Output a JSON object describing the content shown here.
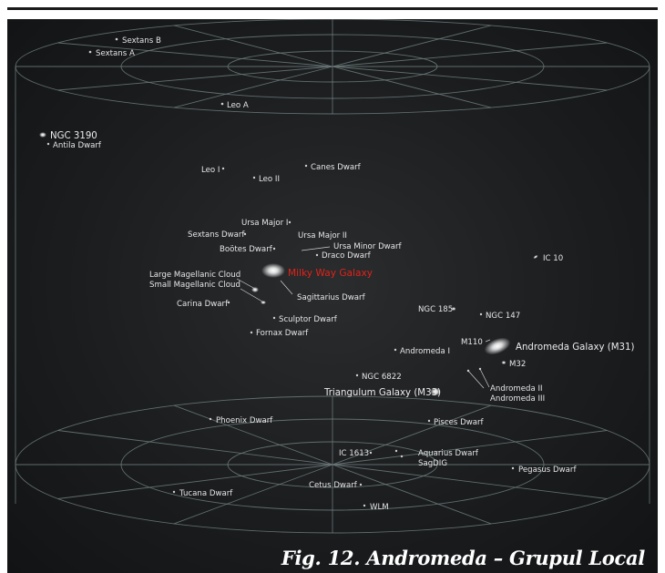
{
  "caption": "Fig. 12. Andromeda – Grupul Local",
  "highlight_color": "#e2231a",
  "labels": {
    "sextans_b": "Sextans B",
    "sextans_a": "Sextans A",
    "leo_a": "Leo A",
    "ngc_3190": "NGC 3190",
    "antila_dwarf": "Antila Dwarf",
    "leo_i": "Leo I",
    "leo_ii": "Leo II",
    "canes_dwarf": "Canes Dwarf",
    "ursa_major_i": "Ursa Major I",
    "sextans_dwarf": "Sextans Dwarf",
    "ursa_major_ii": "Ursa Major II",
    "bootes_dwarf": "Boötes Dwarf",
    "ursa_minor_dwarf": "Ursa Minor Dwarf",
    "draco_dwarf": "Draco Dwarf",
    "milky_way": "Milky Way Galaxy",
    "lmc": "Large Magellanic Cloud",
    "smc": "Small Magellanic Cloud",
    "sagittarius_dwarf": "Sagittarius Dwarf",
    "carina_dwarf": "Carina Dwarf",
    "sculptor_dwarf": "Sculptor Dwarf",
    "fornax_dwarf": "Fornax Dwarf",
    "ic_10": "IC 10",
    "ngc_185": "NGC 185",
    "ngc_147": "NGC 147",
    "m110": "M110",
    "andromeda_galaxy": "Andromeda Galaxy (M31)",
    "andromeda_i": "Andromeda I",
    "m32": "M32",
    "ngc_6822": "NGC 6822",
    "andromeda_ii": "Andromeda II",
    "andromeda_iii": "Andromeda III",
    "triangulum": "Triangulum Galaxy (M33)",
    "phoenix_dwarf": "Phoenix Dwarf",
    "pisces_dwarf": "Pisces Dwarf",
    "ic_1613": "IC 1613",
    "aquarius_dwarf": "Aquarius Dwarf",
    "sagdig": "SagDIG",
    "pegasus_dwarf": "Pegasus Dwarf",
    "tucana_dwarf": "Tucana Dwarf",
    "cetus_dwarf": "Cetus Dwarf",
    "wlm": "WLM"
  }
}
